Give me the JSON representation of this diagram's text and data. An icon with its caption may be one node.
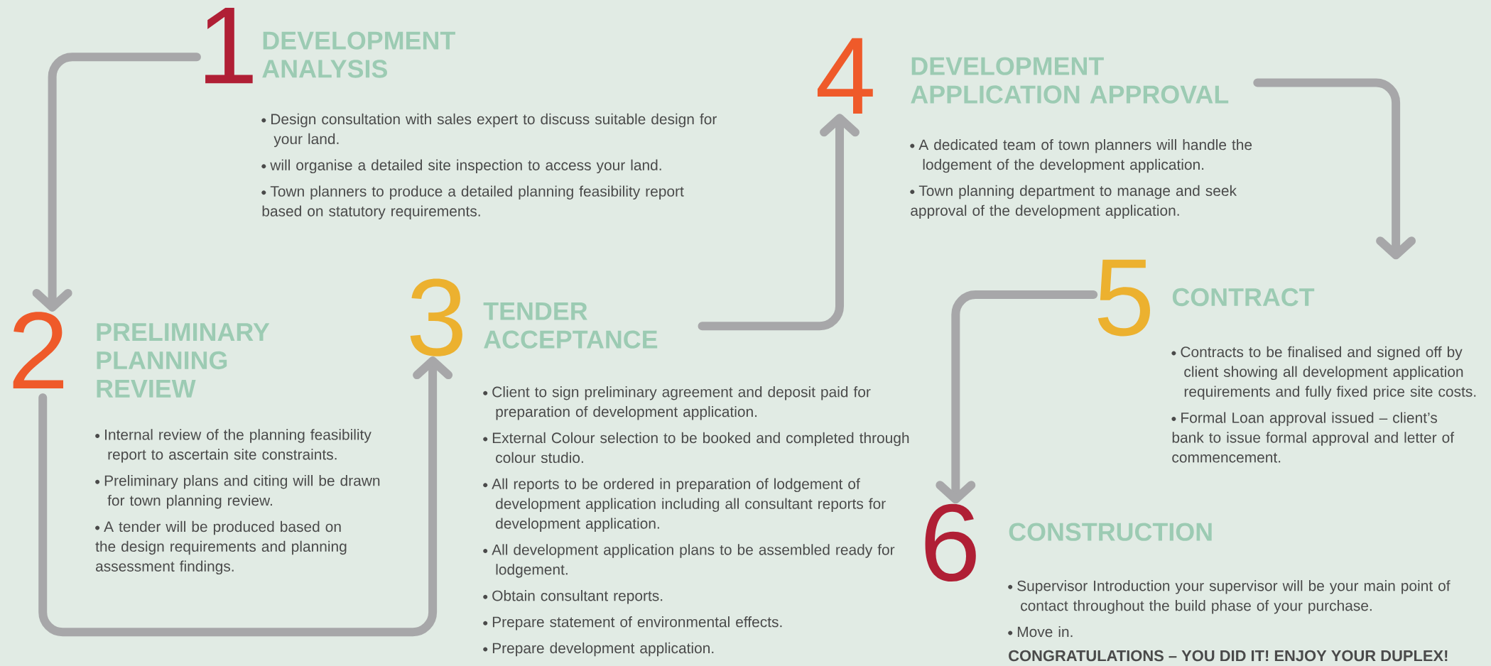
{
  "diagram": {
    "nodes": [
      {
        "text": [
          "1",
          "DEVELOPMENT ANALYSIS"
        ],
        "beside": [
          "Design consultation with sales expert to discuss suitable design for your land.",
          "will organise a detailed site inspection to access your land.",
          "Town planners to produce a detailed planning feasibility report based on statutory requirements."
        ]
      },
      {
        "text": [
          "2",
          "PRELIMINARY PLANNING REVIEW"
        ],
        "beside": [
          "Internal review of the planning feasibility report to ascertain site constraints.",
          "Preliminary plans and citing will be drawn for town planning review.",
          "A tender will be produced based on the design requirements and planning assessment findings."
        ]
      },
      {
        "text": [
          "3",
          "TENDER ACCEPTANCE"
        ],
        "beside": [
          "Client to sign preliminary agreement and deposit paid for preparation of development application.",
          "External Colour selection to be booked and completed through colour studio.",
          "All reports to be ordered in preparation of lodgement of development application including all consultant reports for development application.",
          "All development application plans to be assembled ready for lodgement.",
          "Obtain consultant reports.",
          "Prepare statement of environmental effects.",
          "Prepare development application."
        ]
      },
      {
        "text": [
          "4",
          "DEVELOPMENT APPLICATION APPROVAL"
        ],
        "beside": [
          "A dedicated team of town planners will handle the lodgement of the development application.",
          "Town planning department to manage and seek approval of the development application."
        ]
      },
      {
        "text": [
          "5",
          "CONTRACT"
        ],
        "beside": [
          "Contracts to be finalised and signed off by client showing all development application requirements and fully fixed price site costs.",
          "Formal Loan approval issued – client’s bank to issue formal approval and letter of commencement."
        ]
      },
      {
        "text": [
          "6",
          "CONSTRUCTION"
        ],
        "beside": [
          "Supervisor Introduction your supervisor will be your main point of contact throughout the build phase of your purchase.",
          "Move in."
        ]
      }
    ],
    "edges": [
      {
        "from": 0,
        "to": 1,
        "arrow": "to"
      },
      {
        "from": 1,
        "to": 2,
        "arrow": "to"
      },
      {
        "from": 2,
        "to": 3,
        "arrow": "to"
      },
      {
        "from": 3,
        "to": 4,
        "arrow": "to"
      },
      {
        "from": 4,
        "to": 5,
        "arrow": "to"
      }
    ],
    "labels": [
      "CONGRATULATIONS – YOU DID IT! ENJOY YOUR DUPLEX!"
    ]
  }
}
